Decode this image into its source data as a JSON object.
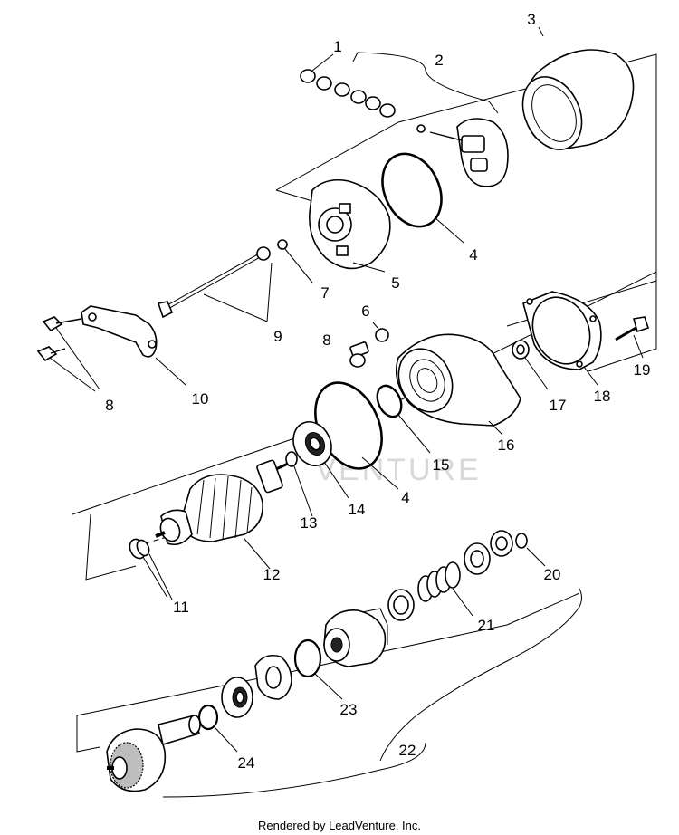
{
  "diagram": {
    "callouts": [
      "1",
      "2",
      "3",
      "4",
      "5",
      "7",
      "9",
      "6",
      "8",
      "8",
      "10",
      "17",
      "18",
      "19",
      "15",
      "16",
      "4",
      "14",
      "13",
      "12",
      "11",
      "20",
      "21",
      "23",
      "22",
      "24"
    ],
    "footer": "Rendered by LeadVenture, Inc.",
    "watermark": "VENTURE"
  }
}
